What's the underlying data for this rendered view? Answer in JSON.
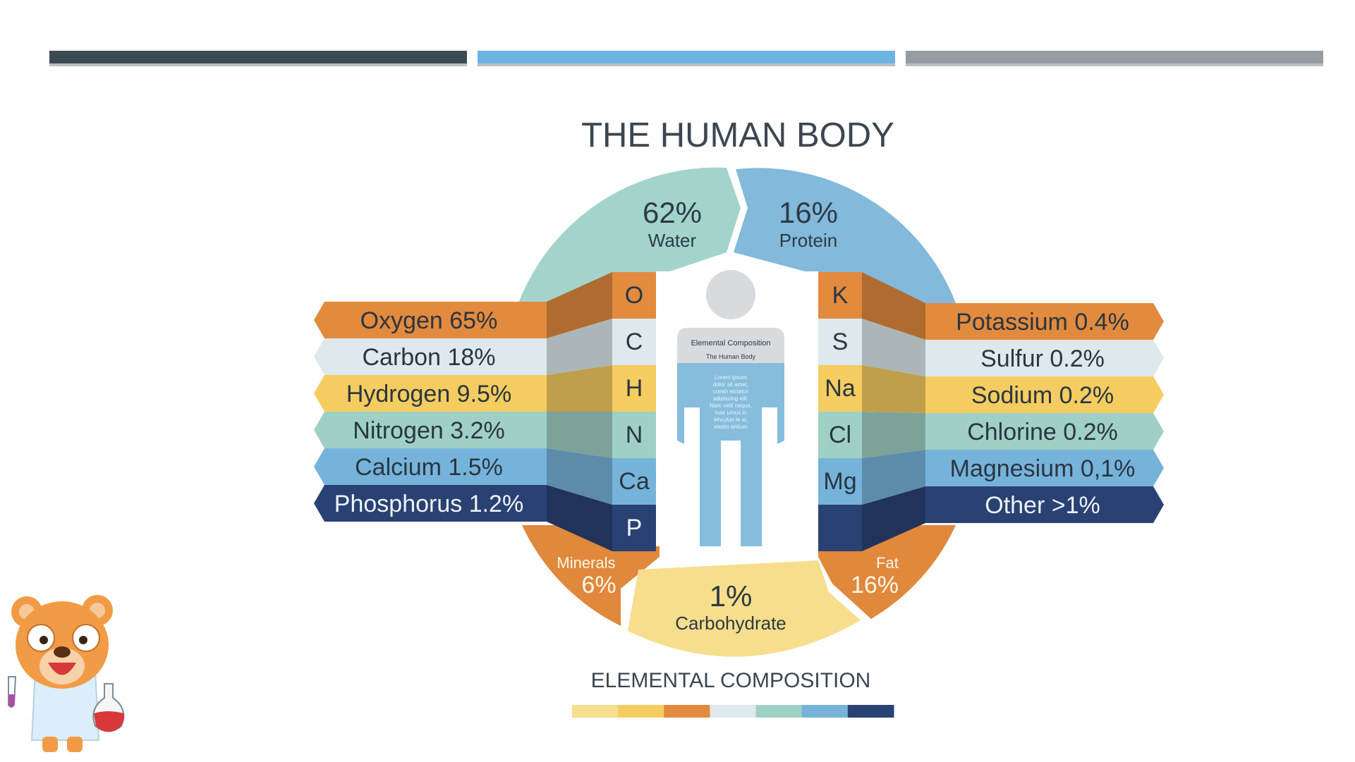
{
  "slide": {
    "bars": [
      {
        "name": "bar-dark",
        "color": "#3d4a52"
      },
      {
        "name": "bar-blue",
        "color": "#6cb4e4"
      },
      {
        "name": "bar-grey",
        "color": "#959ca2"
      }
    ]
  },
  "infographic": {
    "title": "THE HUMAN BODY",
    "water": {
      "pct": "62%",
      "label": "Water"
    },
    "protein": {
      "pct": "16%",
      "label": "Protein"
    },
    "minerals": {
      "label": "Minerals",
      "pct": "6%"
    },
    "fat": {
      "label": "Fat",
      "pct": "16%"
    },
    "carbohydrate": {
      "pct": "1%",
      "label": "Carbohydrate"
    },
    "left_elements": [
      {
        "symbol": "O",
        "label": "Oxygen 65%",
        "color": "#e28a3e"
      },
      {
        "symbol": "C",
        "label": "Carbon 18%",
        "color": "#dde9ec"
      },
      {
        "symbol": "H",
        "label": "Hydrogen 9.5%",
        "color": "#f5cc60"
      },
      {
        "symbol": "N",
        "label": "Nitrogen 3.2%",
        "color": "#9fd0c6"
      },
      {
        "symbol": "Ca",
        "label": "Calcium 1.5%",
        "color": "#76b3da"
      },
      {
        "symbol": "P",
        "label": "Phosphorus 1.2%",
        "color": "#2a4173"
      }
    ],
    "right_elements": [
      {
        "symbol": "K",
        "label": "Potassium 0.4%",
        "color": "#e28a3e"
      },
      {
        "symbol": "S",
        "label": "Sulfur 0.2%",
        "color": "#dde9ec"
      },
      {
        "symbol": "Na",
        "label": "Sodium 0.2%",
        "color": "#f5cc60"
      },
      {
        "symbol": "Cl",
        "label": "Chlorine 0.2%",
        "color": "#9fd0c6"
      },
      {
        "symbol": "Mg",
        "label": "Magnesium 0,1%",
        "color": "#76b3da"
      },
      {
        "symbol": "",
        "label": "Other >1%",
        "color": "#2a4173"
      }
    ],
    "figure": {
      "heading": "Elemental Composition",
      "subheading": "The Human Body",
      "body_lines": [
        "Lorem ipsum",
        "dolor sit amet,",
        "consh etctetur",
        "adipiscing elit.",
        "Nam velit neque,",
        "max umus in",
        "lehcylun le at,",
        "eledm enitum"
      ]
    },
    "footer_title": "ELEMENTAL COMPOSITION",
    "legend_colors": [
      "#f5de8c",
      "#f5cc60",
      "#e28a3e",
      "#dde9ec",
      "#9fd0c6",
      "#76b3da",
      "#2a4173"
    ]
  },
  "mascot": {
    "name": "bear-scientist"
  }
}
